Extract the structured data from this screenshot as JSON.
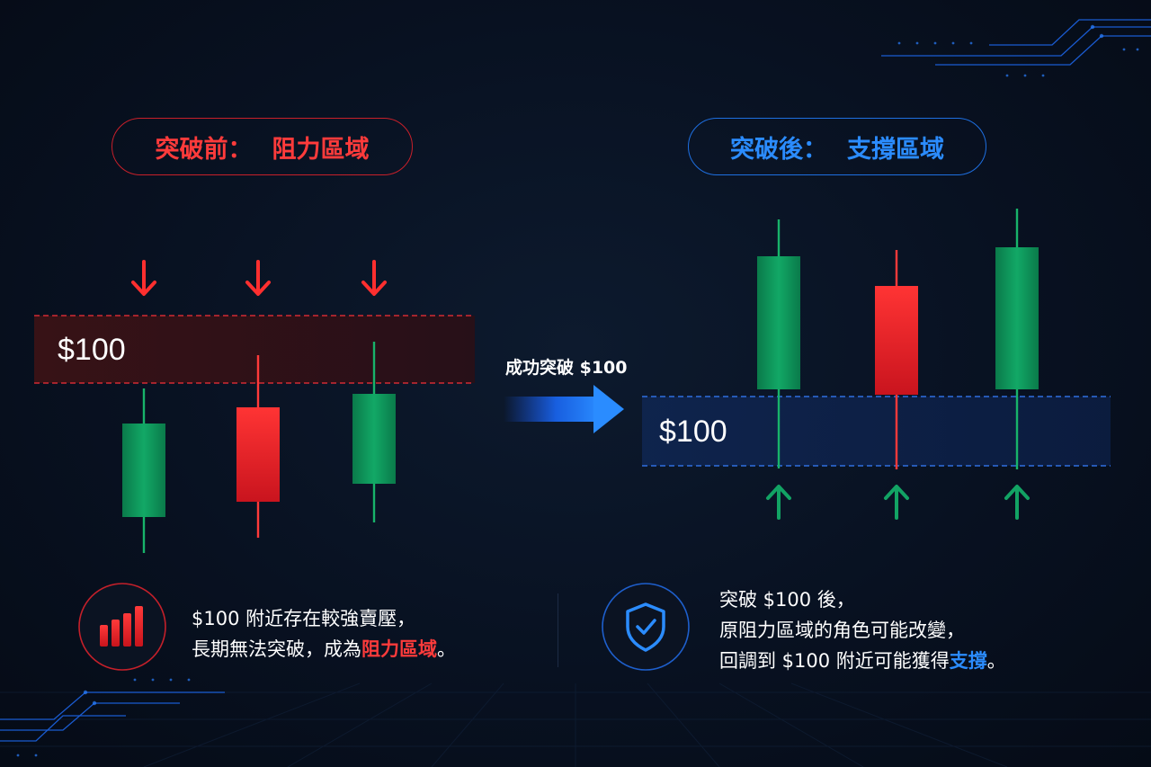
{
  "left_panel": {
    "title_prefix": "突破前：",
    "title_main": "阻力區域",
    "zone_price": "$100",
    "note_line1": "$100 附近存在較強賣壓，",
    "note_line2_prefix": "長期無法突破，成為",
    "note_line2_highlight": "阻力區域",
    "note_line2_suffix": "。",
    "icon": "bar-chart-icon"
  },
  "right_panel": {
    "title_prefix": "突破後：",
    "title_main": "支撐區域",
    "zone_price": "$100",
    "note_line1": "突破 $100 後，",
    "note_line2": "原阻力區域的角色可能改變，",
    "note_line3_prefix": "回調到 $100 附近可能獲得",
    "note_line3_highlight": "支撐",
    "note_line3_suffix": "。",
    "icon": "shield-check-icon"
  },
  "breakout": {
    "label": "成功突破 $100",
    "icon": "arrow-right-icon"
  },
  "colors": {
    "bearish": "#ff2f2f",
    "bullish": "#0f9a5e",
    "resistance": "#ff3b3b",
    "support": "#2b8cff"
  },
  "candles": {
    "before": [
      {
        "direction": "bullish"
      },
      {
        "direction": "bearish"
      },
      {
        "direction": "bullish"
      }
    ],
    "after": [
      {
        "direction": "bullish"
      },
      {
        "direction": "bearish"
      },
      {
        "direction": "bullish"
      }
    ]
  }
}
